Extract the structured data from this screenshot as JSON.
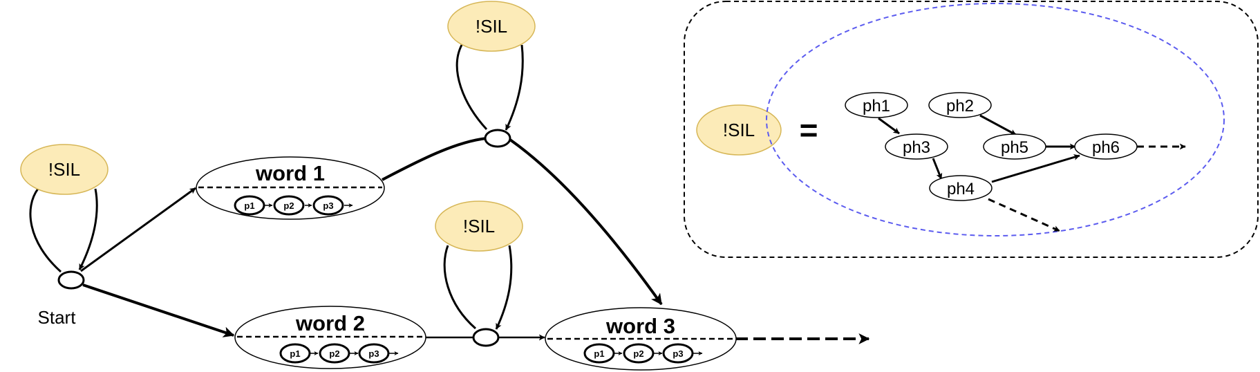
{
  "diagram": {
    "start_label": "Start",
    "sil_label": "!SIL",
    "words": [
      {
        "label": "word 1",
        "phones": [
          "p1",
          "p2",
          "p3"
        ]
      },
      {
        "label": "word 2",
        "phones": [
          "p1",
          "p2",
          "p3"
        ]
      },
      {
        "label": "word 3",
        "phones": [
          "p1",
          "p2",
          "p3"
        ]
      }
    ],
    "legend": {
      "sil_label": "!SIL",
      "equals": "=",
      "phones": [
        "ph1",
        "ph2",
        "ph3",
        "ph4",
        "ph5",
        "ph6"
      ]
    }
  },
  "colors": {
    "sil_fill": "#fcebb8",
    "sil_stroke": "#d6b656",
    "inner_dashed": "#5b5bef",
    "stroke": "#000000"
  }
}
